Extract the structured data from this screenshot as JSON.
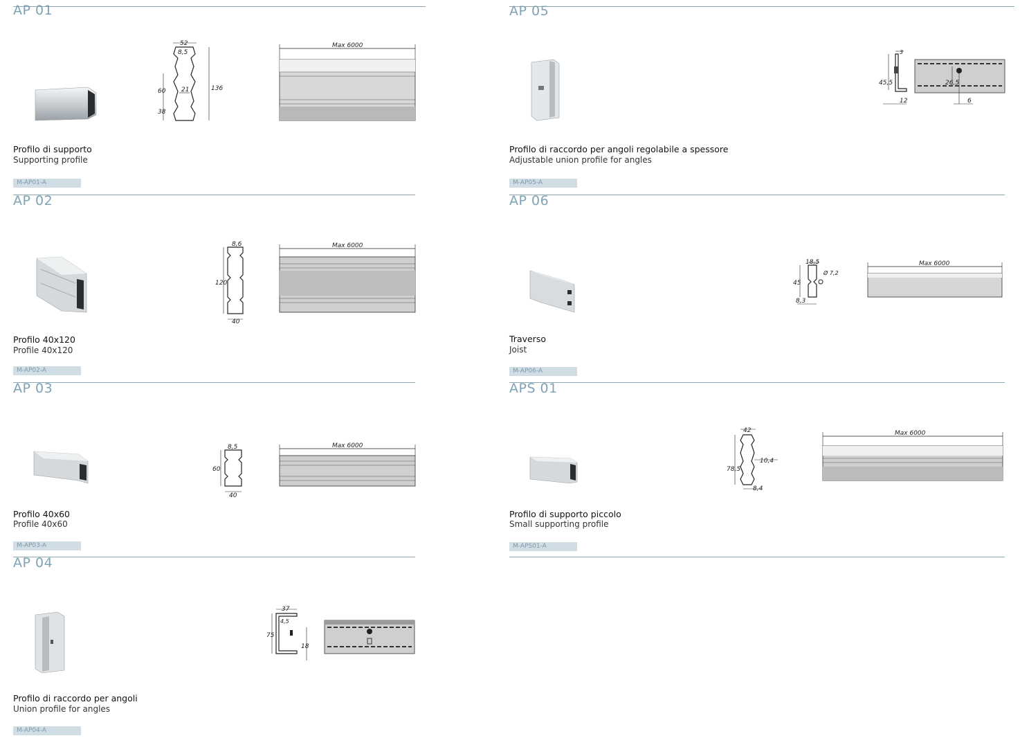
{
  "products": [
    {
      "id": "ap01",
      "code": "AP 01",
      "name_it": "Profilo di supporto",
      "name_en": "Supporting profile",
      "ref": "M-AP01-A",
      "dims": {
        "w": "52",
        "slot": "8,5",
        "h1": "60",
        "h2": "38",
        "total": "136",
        "inner": "21"
      },
      "max": "Max 6000"
    },
    {
      "id": "ap02",
      "code": "AP 02",
      "name_it": "Profilo 40x120",
      "name_en": "Profile 40x120",
      "ref": "M-AP02-A",
      "dims": {
        "slot": "8,6",
        "h": "120",
        "w": "40"
      },
      "max": "Max 6000"
    },
    {
      "id": "ap03",
      "code": "AP 03",
      "name_it": "Profilo 40x60",
      "name_en": "Profile 40x60",
      "ref": "M-AP03-A",
      "dims": {
        "slot": "8,5",
        "h": "60",
        "w": "40"
      },
      "max": "Max 6000"
    },
    {
      "id": "ap04",
      "code": "AP 04",
      "name_it": "Profilo di raccordo per angoli",
      "name_en": "Union profile for angles",
      "ref": "M-AP04-A",
      "dims": {
        "w": "37",
        "h": "75",
        "t": "4,5",
        "s": "18"
      }
    },
    {
      "id": "ap05",
      "code": "AP 05",
      "name_it": "Profilo di raccordo per angoli regolabile a spessore",
      "name_en": "Adjustable union profile for angles",
      "ref": "M-AP05-A",
      "dims": {
        "t": "3",
        "h": "45,5",
        "w": "12",
        "h2": "26,5",
        "s": "6"
      }
    },
    {
      "id": "ap06",
      "code": "AP 06",
      "name_it": "Traverso",
      "name_en": "Joist",
      "ref": "M-AP06-A",
      "dims": {
        "w": "18,5",
        "d": "Ø 7,2",
        "h": "45",
        "b": "8,3"
      },
      "max": "Max 6000"
    },
    {
      "id": "aps01",
      "code": "APS 01",
      "name_it": "Profilo di supporto piccolo",
      "name_en": "Small supporting profile",
      "ref": "M-APS01-A",
      "dims": {
        "w": "42",
        "h": "78,5",
        "c": "10,4",
        "b": "8,4"
      },
      "max": "Max 6000"
    }
  ],
  "colors": {
    "rule": "#8aa7b2",
    "code": "#7fa3b5",
    "ref_bg": "#d0dde4",
    "ref_text": "#7f9aaa"
  }
}
